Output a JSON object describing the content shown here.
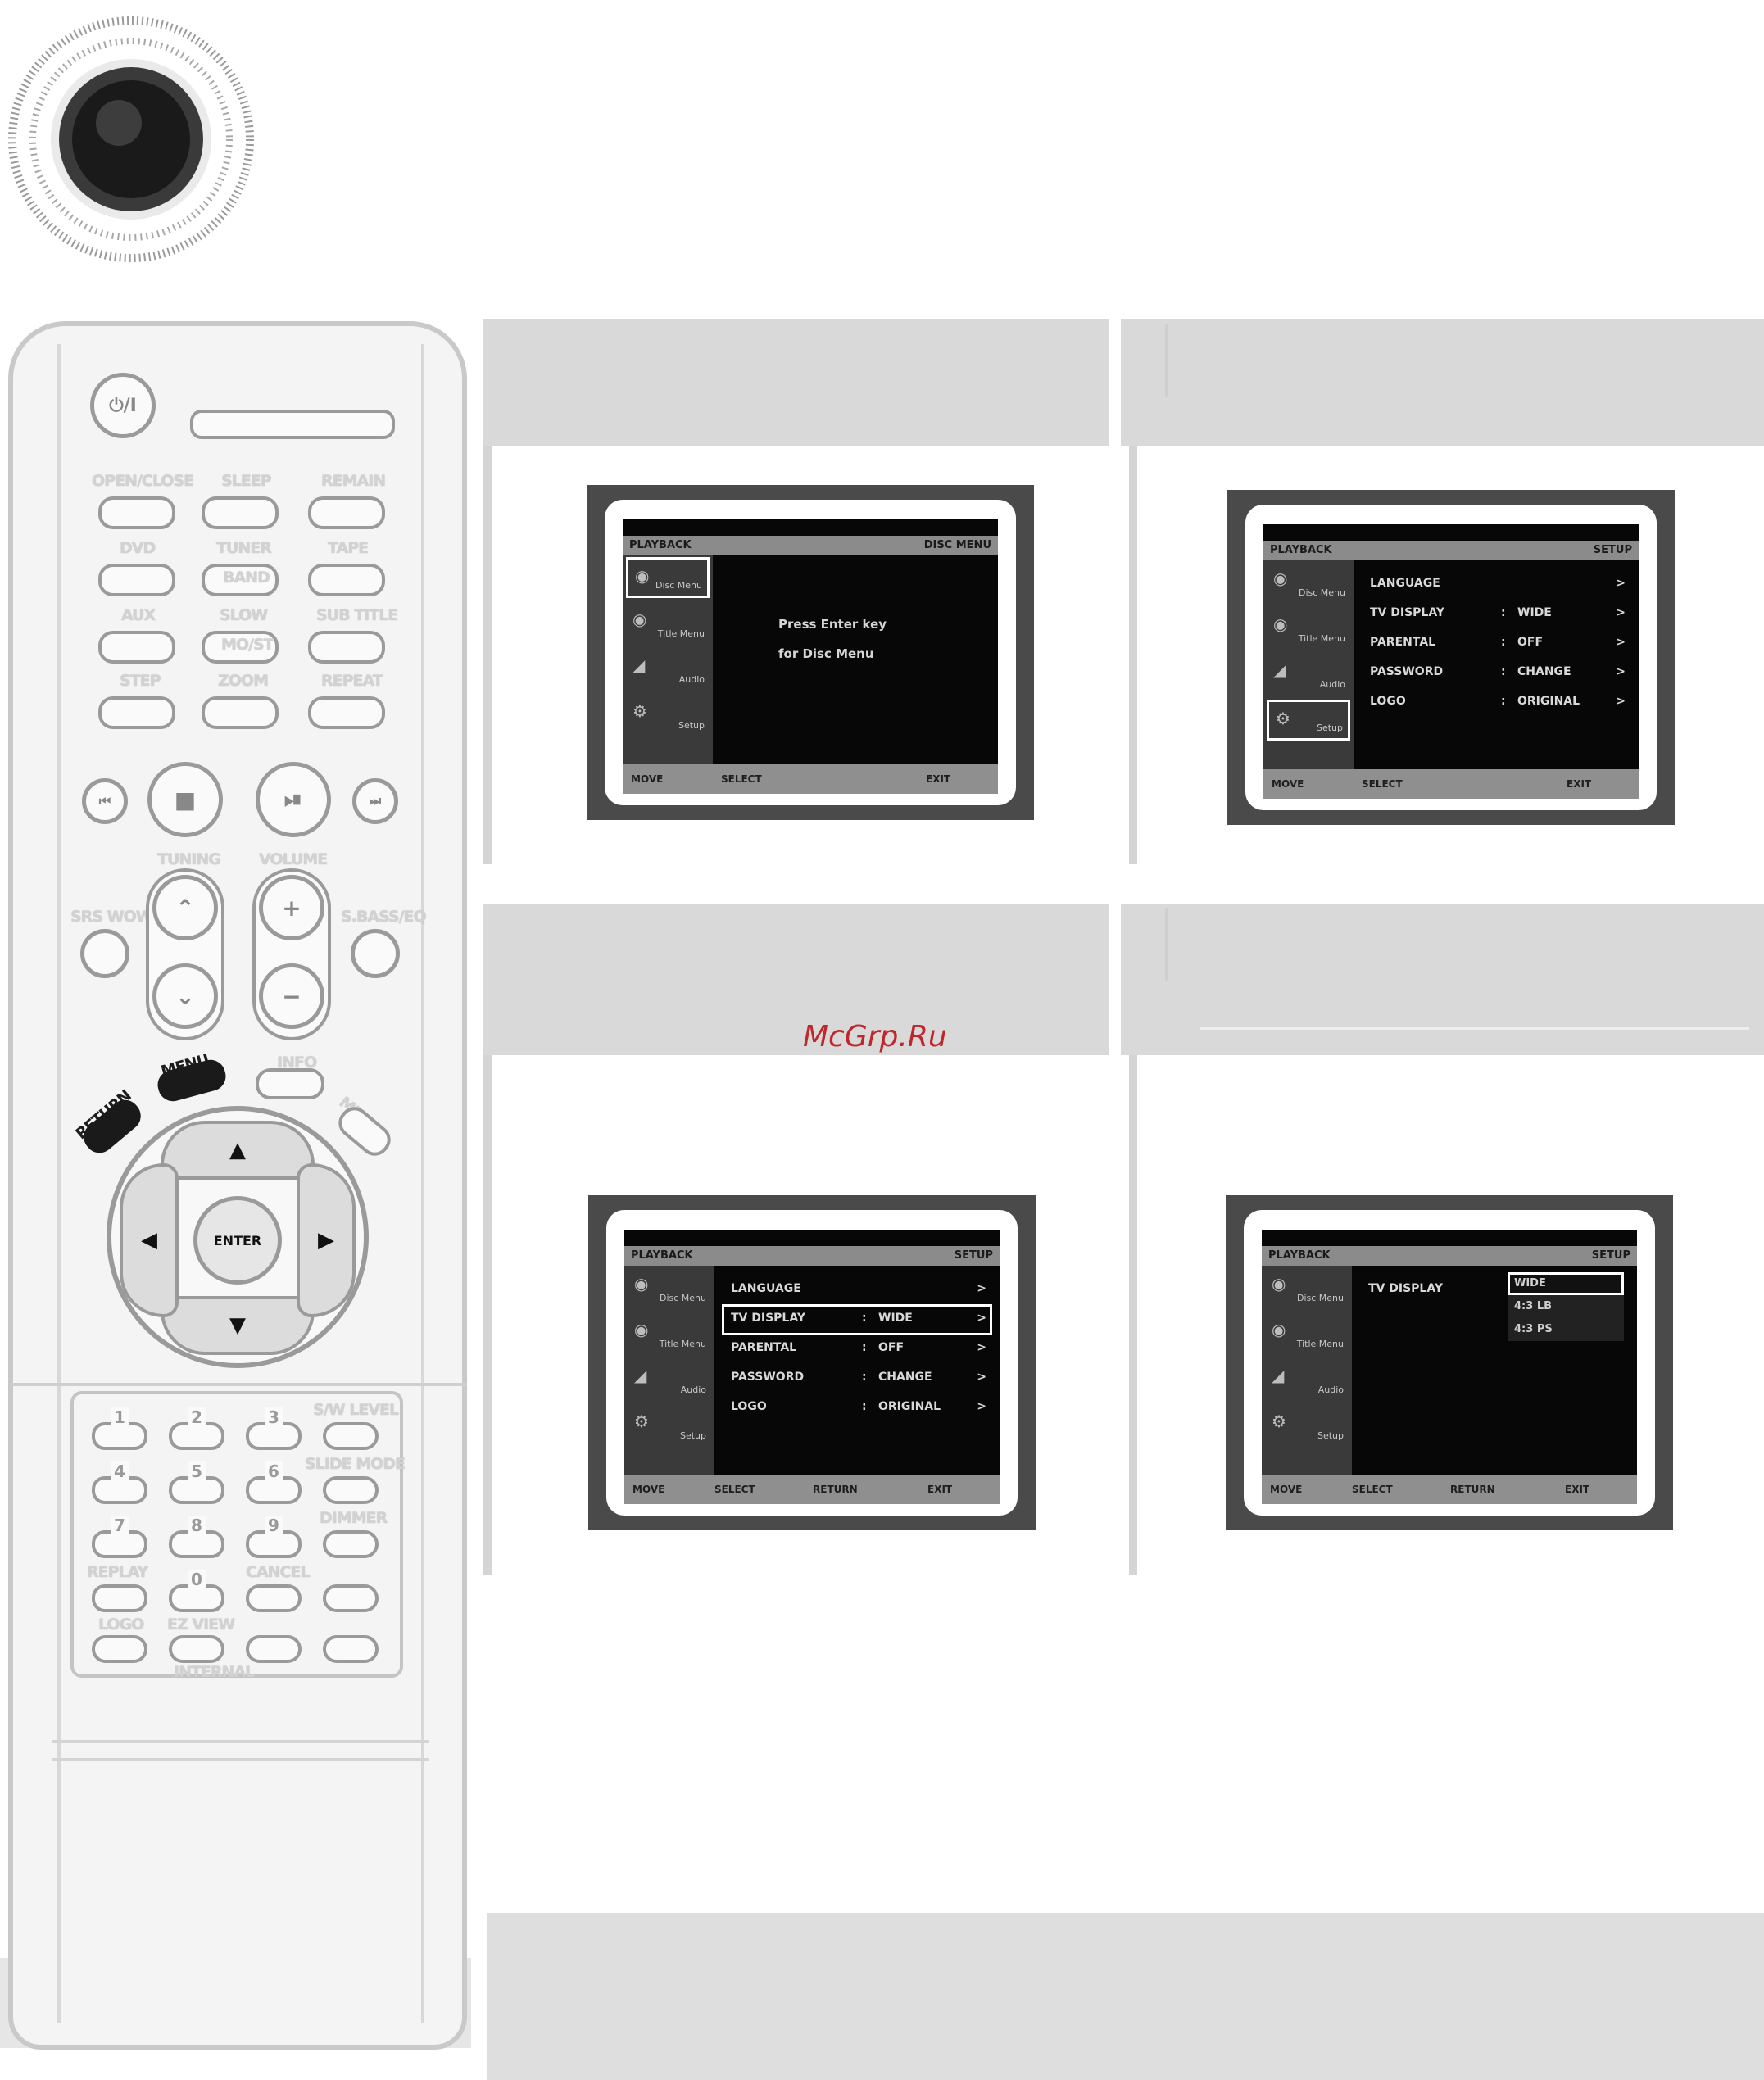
{
  "remote": {
    "power_label": "⏻/I",
    "row1": [
      "OPEN/CLOSE",
      "SLEEP",
      "REMAIN"
    ],
    "row2": [
      "DVD",
      "TUNER",
      "TAPE"
    ],
    "row2_inner": [
      "",
      "BAND",
      ""
    ],
    "row3": [
      "AUX",
      "SLOW",
      "SUB TITLE"
    ],
    "row3_inner": [
      "",
      "MO/ST",
      ""
    ],
    "row4": [
      "STEP",
      "ZOOM",
      "REPEAT"
    ],
    "tuning_label": "TUNING",
    "volume_label": "VOLUME",
    "srs_label": "SRS WOW",
    "sbass_label": "S.BASS/EQ",
    "menu_label": "MENU",
    "return_label": "RETURN",
    "info_label": "INFO",
    "mute_label": "MUTE",
    "enter_label": "ENTER",
    "keypad_digits": [
      "1",
      "2",
      "3",
      "4",
      "5",
      "6",
      "7",
      "8",
      "9",
      "0"
    ],
    "keypad_labels": [
      "S/W LEVEL",
      "SLIDE MODE",
      "DIMMER",
      "REPLAY",
      "CANCEL",
      "LOGO",
      "EZ VIEW",
      "INTERNAL"
    ]
  },
  "watermark": "McGrp.Ru",
  "screens": [
    {
      "top_left": "PLAYBACK",
      "top_right": "DISC MENU",
      "side": [
        "Disc Menu",
        "Title Menu",
        "Audio",
        "Setup"
      ],
      "selected_side": 0,
      "message": [
        "Press Enter key",
        "for Disc Menu"
      ],
      "bottom": [
        "MOVE",
        "SELECT",
        "EXIT"
      ]
    },
    {
      "top_left": "PLAYBACK",
      "top_right": "SETUP",
      "side": [
        "Disc Menu",
        "Title Menu",
        "Audio",
        "Setup"
      ],
      "selected_side": 3,
      "rows": [
        {
          "k": "LANGUAGE",
          "c": "",
          "v": "",
          "a": ">"
        },
        {
          "k": "TV DISPLAY",
          "c": ":",
          "v": "WIDE",
          "a": ">"
        },
        {
          "k": "PARENTAL",
          "c": ":",
          "v": "OFF",
          "a": ">"
        },
        {
          "k": "PASSWORD",
          "c": ":",
          "v": "CHANGE",
          "a": ">"
        },
        {
          "k": "LOGO",
          "c": ":",
          "v": "ORIGINAL",
          "a": ">"
        }
      ],
      "bottom": [
        "MOVE",
        "SELECT",
        "EXIT"
      ]
    },
    {
      "top_left": "PLAYBACK",
      "top_right": "SETUP",
      "side": [
        "Disc Menu",
        "Title Menu",
        "Audio",
        "Setup"
      ],
      "selected_side": -1,
      "rows": [
        {
          "k": "LANGUAGE",
          "c": "",
          "v": "",
          "a": ">"
        },
        {
          "k": "TV DISPLAY",
          "c": ":",
          "v": "WIDE",
          "a": ">"
        },
        {
          "k": "PARENTAL",
          "c": ":",
          "v": "OFF",
          "a": ">"
        },
        {
          "k": "PASSWORD",
          "c": ":",
          "v": "CHANGE",
          "a": ">"
        },
        {
          "k": "LOGO",
          "c": ":",
          "v": "ORIGINAL",
          "a": ">"
        }
      ],
      "boxed_row": 1,
      "bottom": [
        "MOVE",
        "SELECT",
        "RETURN",
        "EXIT"
      ]
    },
    {
      "top_left": "PLAYBACK",
      "top_right": "SETUP",
      "side": [
        "Disc Menu",
        "Title Menu",
        "Audio",
        "Setup"
      ],
      "selected_side": -1,
      "label": "TV DISPLAY",
      "options": [
        "WIDE",
        "4:3 LB",
        "4:3 PS"
      ],
      "selected_option": 0,
      "bottom": [
        "MOVE",
        "SELECT",
        "RETURN",
        "EXIT"
      ]
    }
  ]
}
